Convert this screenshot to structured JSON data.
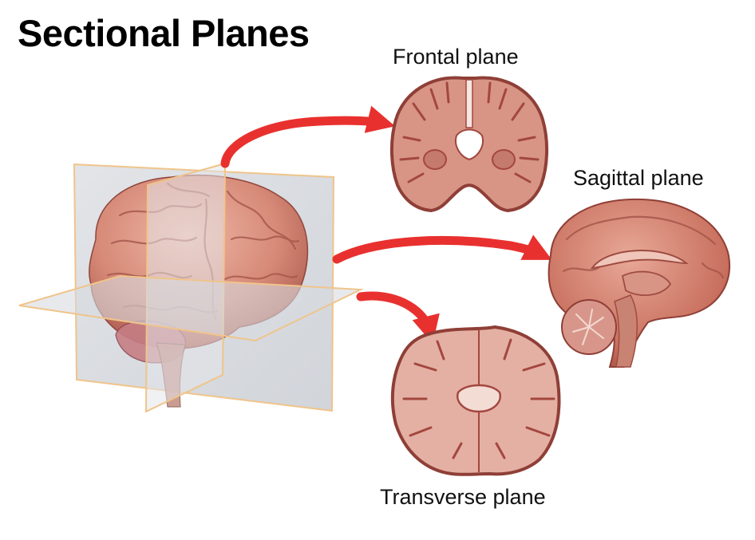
{
  "title": "Sectional Planes",
  "labels": {
    "frontal": "Frontal plane",
    "sagittal": "Sagittal plane",
    "transverse": "Transverse plane"
  },
  "colors": {
    "arrow": "#e8312f",
    "tissue": "#c97766",
    "tissue_dark": "#9f4c42",
    "tissue_light": "#e5b1a2",
    "plane": "#c8ccd2",
    "plane_edge": "#f0c48a"
  }
}
